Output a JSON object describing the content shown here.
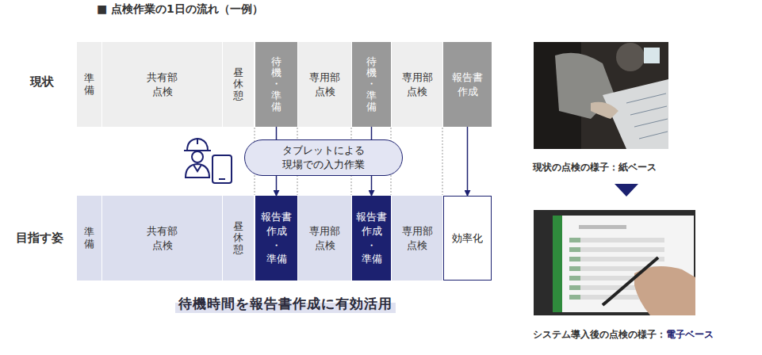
{
  "diagram": {
    "title": "■ 点検作業の1日の流れ（一例）",
    "caption": "待機時間を報告書作成に有効活用",
    "nodes": [
      {
        "text": [
          "準備"
        ]
      },
      {
        "text": [
          "共有部 点検"
        ]
      },
      {
        "text": [
          "昼休憩"
        ]
      },
      {
        "text": [
          "待機・準備"
        ]
      },
      {
        "text": [
          "専用部 点検"
        ]
      },
      {
        "text": [
          "待機・準備"
        ]
      },
      {
        "text": [
          "専用部 点検"
        ]
      },
      {
        "text": [
          "報告書 作成"
        ]
      },
      {
        "text": [
          "タブレットによる 現場での入力作業"
        ]
      },
      {
        "text": [
          "準備"
        ]
      },
      {
        "text": [
          "共有部 点検"
        ]
      },
      {
        "text": [
          "昼休憩"
        ]
      },
      {
        "text": [
          "報告書 作成 ・ 準備"
        ]
      },
      {
        "text": [
          "専用部 点検"
        ]
      },
      {
        "text": [
          "報告書 作成 ・ 準備"
        ]
      },
      {
        "text": [
          "専用部 点検"
        ]
      },
      {
        "text": [
          "効率化"
        ]
      }
    ],
    "edges": [
      {
        "from": 3,
        "to": 8,
        "arrow": "none"
      },
      {
        "from": 8,
        "to": 12,
        "arrow": "to"
      },
      {
        "from": 5,
        "to": 8,
        "arrow": "none"
      },
      {
        "from": 8,
        "to": 14,
        "arrow": "to"
      },
      {
        "from": 7,
        "to": 16,
        "arrow": "to"
      }
    ],
    "labels": [
      "現状",
      "目指す姿",
      "現状の点検の様子：紙ベース",
      "システム導入後の点検の様子：",
      "電子ベース"
    ]
  }
}
